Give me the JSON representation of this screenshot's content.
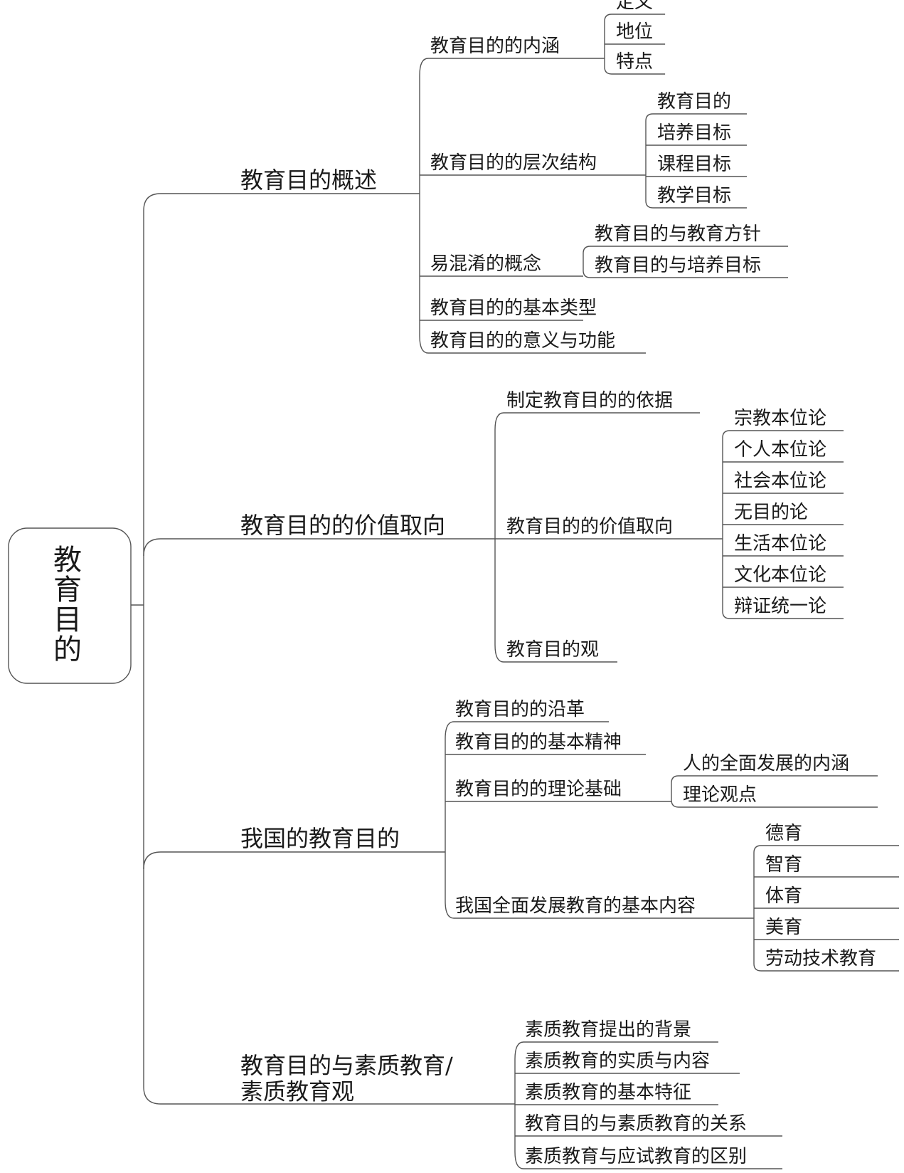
{
  "root": "教育目的",
  "branches": [
    {
      "label": "教育目的概述",
      "children": [
        {
          "label": "教育目的的内涵",
          "children": [
            "定义",
            "地位",
            "特点"
          ]
        },
        {
          "label": "教育目的的层次结构",
          "children": [
            "教育目的",
            "培养目标",
            "课程目标",
            "教学目标"
          ]
        },
        {
          "label": "易混淆的概念",
          "children": [
            "教育目的与教育方针",
            "教育目的与培养目标"
          ]
        },
        {
          "label": "教育目的的基本类型",
          "children": []
        },
        {
          "label": "教育目的的意义与功能",
          "children": []
        }
      ]
    },
    {
      "label": "教育目的的价值取向",
      "children": [
        {
          "label": "制定教育目的的依据",
          "children": []
        },
        {
          "label": "教育目的的价值取向",
          "children": [
            "宗教本位论",
            "个人本位论",
            "社会本位论",
            "无目的论",
            "生活本位论",
            "文化本位论",
            "辩证统一论"
          ]
        },
        {
          "label": "教育目的观",
          "children": []
        }
      ]
    },
    {
      "label": "我国的教育目的",
      "children": [
        {
          "label": "教育目的的沿革",
          "children": []
        },
        {
          "label": "教育目的的基本精神",
          "children": []
        },
        {
          "label": "教育目的的理论基础",
          "children": [
            "人的全面发展的内涵",
            "理论观点"
          ]
        },
        {
          "label": "我国全面发展教育的基本内容",
          "children": [
            "德育",
            "智育",
            "体育",
            "美育",
            "劳动技术教育"
          ]
        }
      ]
    },
    {
      "label": "教育目的与素质教育/素质教育观",
      "children": [
        {
          "label": "素质教育提出的背景",
          "children": []
        },
        {
          "label": "素质教育的实质与内容",
          "children": []
        },
        {
          "label": "素质教育的基本特征",
          "children": []
        },
        {
          "label": "教育目的与素质教育的关系",
          "children": []
        },
        {
          "label": "素质教育与应试教育的区别",
          "children": []
        }
      ]
    }
  ]
}
